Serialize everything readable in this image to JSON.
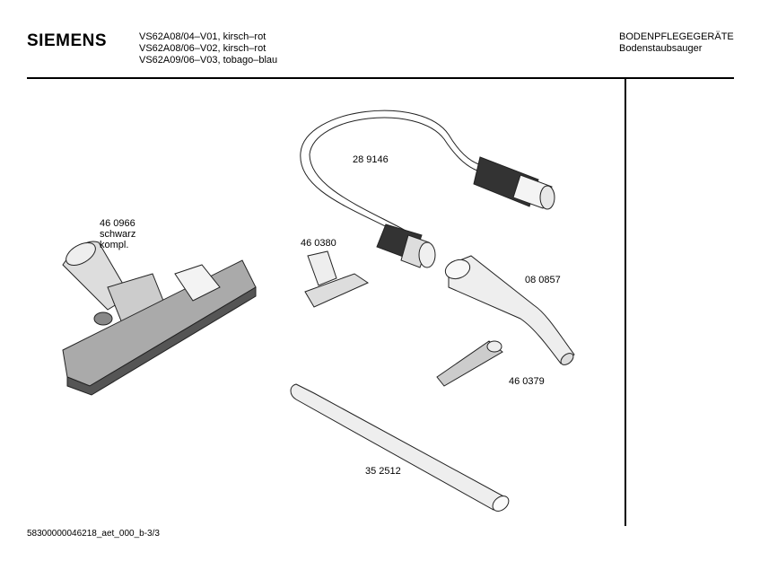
{
  "header": {
    "brand": "SIEMENS",
    "models": [
      "VS62A08/04–V01, kirsch–rot",
      "VS62A08/06–V02, kirsch–rot",
      "VS62A09/06–V03, tobago–blau"
    ],
    "category": "BODENPFLEGEGERÄTE",
    "subcategory": "Bodenstaubsauger"
  },
  "parts": {
    "hose": "28 9146",
    "floor_nozzle": [
      "46 0966",
      "schwarz",
      "kompl."
    ],
    "upholstery_nozzle": "46 0380",
    "bent_tube": "08 0857",
    "crevice_tool": "46 0379",
    "straight_tube": "35 2512"
  },
  "footer": "58300000046218_aet_000_b-3/3"
}
